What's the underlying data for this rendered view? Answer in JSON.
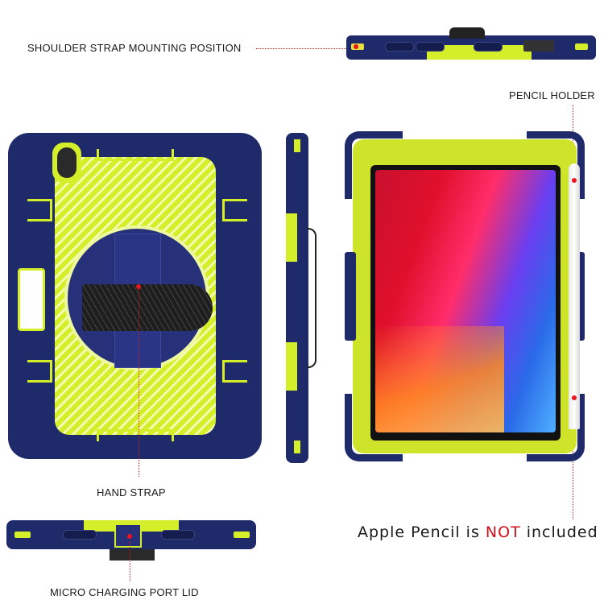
{
  "labels": {
    "shoulder_strap": "SHOULDER STRAP MOUNTING POSITION",
    "pencil_holder": "PENCIL HOLDER",
    "hand_strap": "HAND STRAP",
    "micro_charging": "MICRO CHARGING PORT LID"
  },
  "notice": {
    "prefix": "Apple Pencil is ",
    "emphasis": "NOT",
    "suffix": " included"
  },
  "colors": {
    "navy": "#1f2a6b",
    "lime": "#d4ee2a",
    "callout_red": "#d0202a",
    "text": "#1a1a1a"
  },
  "views": [
    "top-edge-view",
    "back-view",
    "side-view",
    "front-view",
    "bottom-edge-view"
  ]
}
